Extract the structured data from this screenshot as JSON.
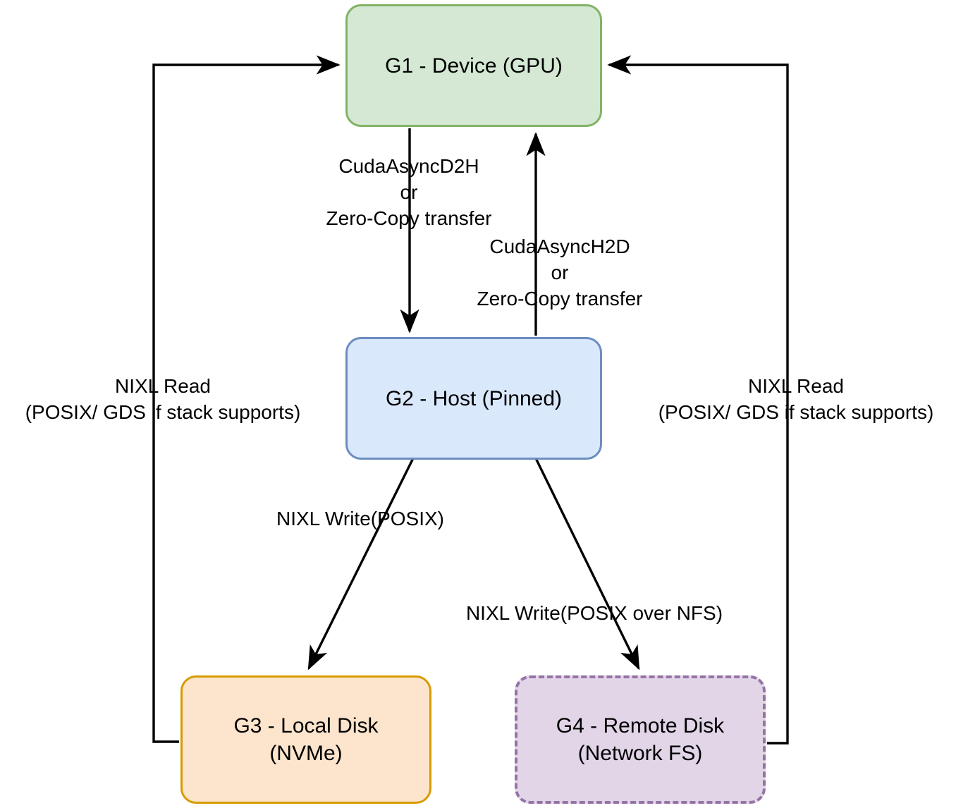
{
  "diagram": {
    "title": "GPU storage tiering data movement paths",
    "nodes": {
      "g1": {
        "label": "G1 - Device (GPU)",
        "fill": "#d5e8d4",
        "stroke": "#82b366",
        "style": "solid"
      },
      "g2": {
        "label": "G2 - Host (Pinned)",
        "fill": "#dae8fc",
        "stroke": "#6c8ebf",
        "style": "solid"
      },
      "g3": {
        "label": "G3 - Local Disk\n(NVMe)",
        "fill": "#fce4cd",
        "stroke": "#d79b00",
        "style": "solid"
      },
      "g4": {
        "label": "G4 - Remote Disk\n(Network FS)",
        "fill": "#e1d5e7",
        "stroke": "#9673a6",
        "style": "dashed"
      }
    },
    "edge_labels": {
      "d2h": "CudaAsyncD2H\nor\nZero-Copy transfer",
      "h2d": "CudaAsyncH2D\nor\nZero-Copy transfer",
      "read_left": "NIXL Read\n(POSIX/ GDS if stack supports)",
      "read_right": "NIXL Read\n(POSIX/ GDS if stack supports)",
      "write_posix": "NIXL Write(POSIX)",
      "write_nfs": "NIXL Write(POSIX over NFS)"
    },
    "edges": [
      {
        "name": "g1-to-g2",
        "from": "g1",
        "to": "g2",
        "label_key": "d2h"
      },
      {
        "name": "g2-to-g1",
        "from": "g2",
        "to": "g1",
        "label_key": "h2d"
      },
      {
        "name": "g2-to-g3",
        "from": "g2",
        "to": "g3",
        "label_key": "write_posix"
      },
      {
        "name": "g2-to-g4",
        "from": "g2",
        "to": "g4",
        "label_key": "write_nfs"
      },
      {
        "name": "g3-to-g1",
        "from": "g3",
        "to": "g1",
        "label_key": "read_left"
      },
      {
        "name": "g4-to-g1",
        "from": "g4",
        "to": "g1",
        "label_key": "read_right"
      }
    ],
    "colors": {
      "edge_stroke": "#000000",
      "background": "#ffffff",
      "text": "#000000"
    }
  }
}
